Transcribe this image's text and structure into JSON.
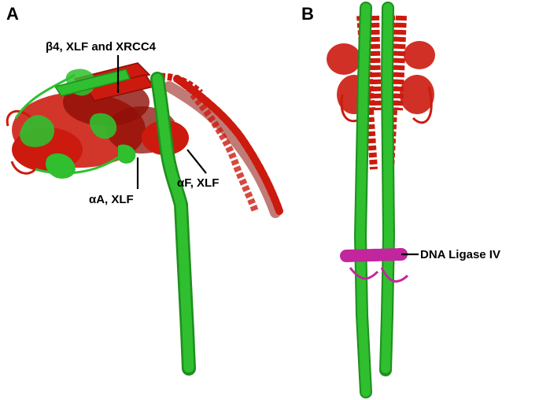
{
  "panels": [
    {
      "letter": "A"
    },
    {
      "letter": "B"
    }
  ],
  "annotations": {
    "beta4": "β4, XLF and XRCC4",
    "alphaA": "αA, XLF",
    "alphaF": "αF, XLF",
    "ligase": "DNA Ligase IV"
  },
  "colors": {
    "green": "#2fbf2f",
    "green_dark": "#1e8f1e",
    "red": "#cc1a0e",
    "red_dark": "#8e0f07",
    "magenta": "#c2269e",
    "leader": "#000000"
  }
}
